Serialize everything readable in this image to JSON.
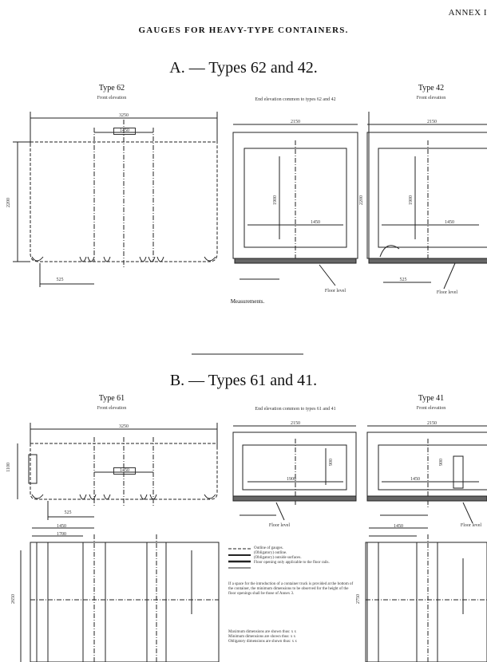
{
  "annex": "ANNEX I",
  "title": "GAUGES FOR HEAVY-TYPE CONTAINERS.",
  "section_a": {
    "title": "A. — Types 62 and 42.",
    "type62": {
      "label": "Type 62",
      "sub": "Front elevation",
      "dim_width": "3250",
      "dim_inner": "1450",
      "dim_height": "2200",
      "dim_small": "525"
    },
    "end_elev": {
      "label": "End elevation common to types 62 and 42",
      "dim_width": "2150",
      "dim_v": "1900",
      "dim_h": "1450",
      "floor": "Floor level"
    },
    "type42": {
      "label": "Type 42",
      "sub": "Front elevation",
      "dim_width": "2150",
      "dim_height": "2200",
      "dim_v": "1900",
      "dim_h": "1450",
      "dim_small": "525",
      "floor": "Floor level"
    },
    "measurements_title": "Measurements."
  },
  "section_b": {
    "title": "B. — Types 61 and 41.",
    "type61": {
      "label": "Type 61",
      "sub": "Front elevation",
      "dim_width": "3250",
      "dim_inner": "1450",
      "dim_height": "1100",
      "dim_small": "525"
    },
    "end_elev": {
      "label": "End elevation common to types 61 and 41",
      "dim_width": "2150",
      "dim_v": "900",
      "dim_h": "1900",
      "floor": "Floor level"
    },
    "type41": {
      "label": "Type 41",
      "sub": "Front elevation",
      "dim_width": "2150",
      "dim_v": "900",
      "dim_h": "1450",
      "floor": "Floor level"
    },
    "plan_dim_a": "1450",
    "plan_dim_b": "1700",
    "plan_height": "2650",
    "plan41_dim_a": "1450",
    "plan41_height": "2750"
  },
  "legend": {
    "items": [
      "Outline of gauges.",
      "(Obligatory) outline.",
      "(Obligatory) outside surfaces.",
      "Floor opening only applicable to the floor rails."
    ],
    "note": "If a space for the introduction of a container truck is provided at the bottom of the container, the minimum dimensions to be observed for the height of the floor openings shall be those of Annex 3.",
    "lines": [
      "Maximum dimensions are shown thus: x x",
      "Minimum dimensions are shown thus: x x",
      "Obligatory dimensions are shown thus: x x"
    ]
  }
}
